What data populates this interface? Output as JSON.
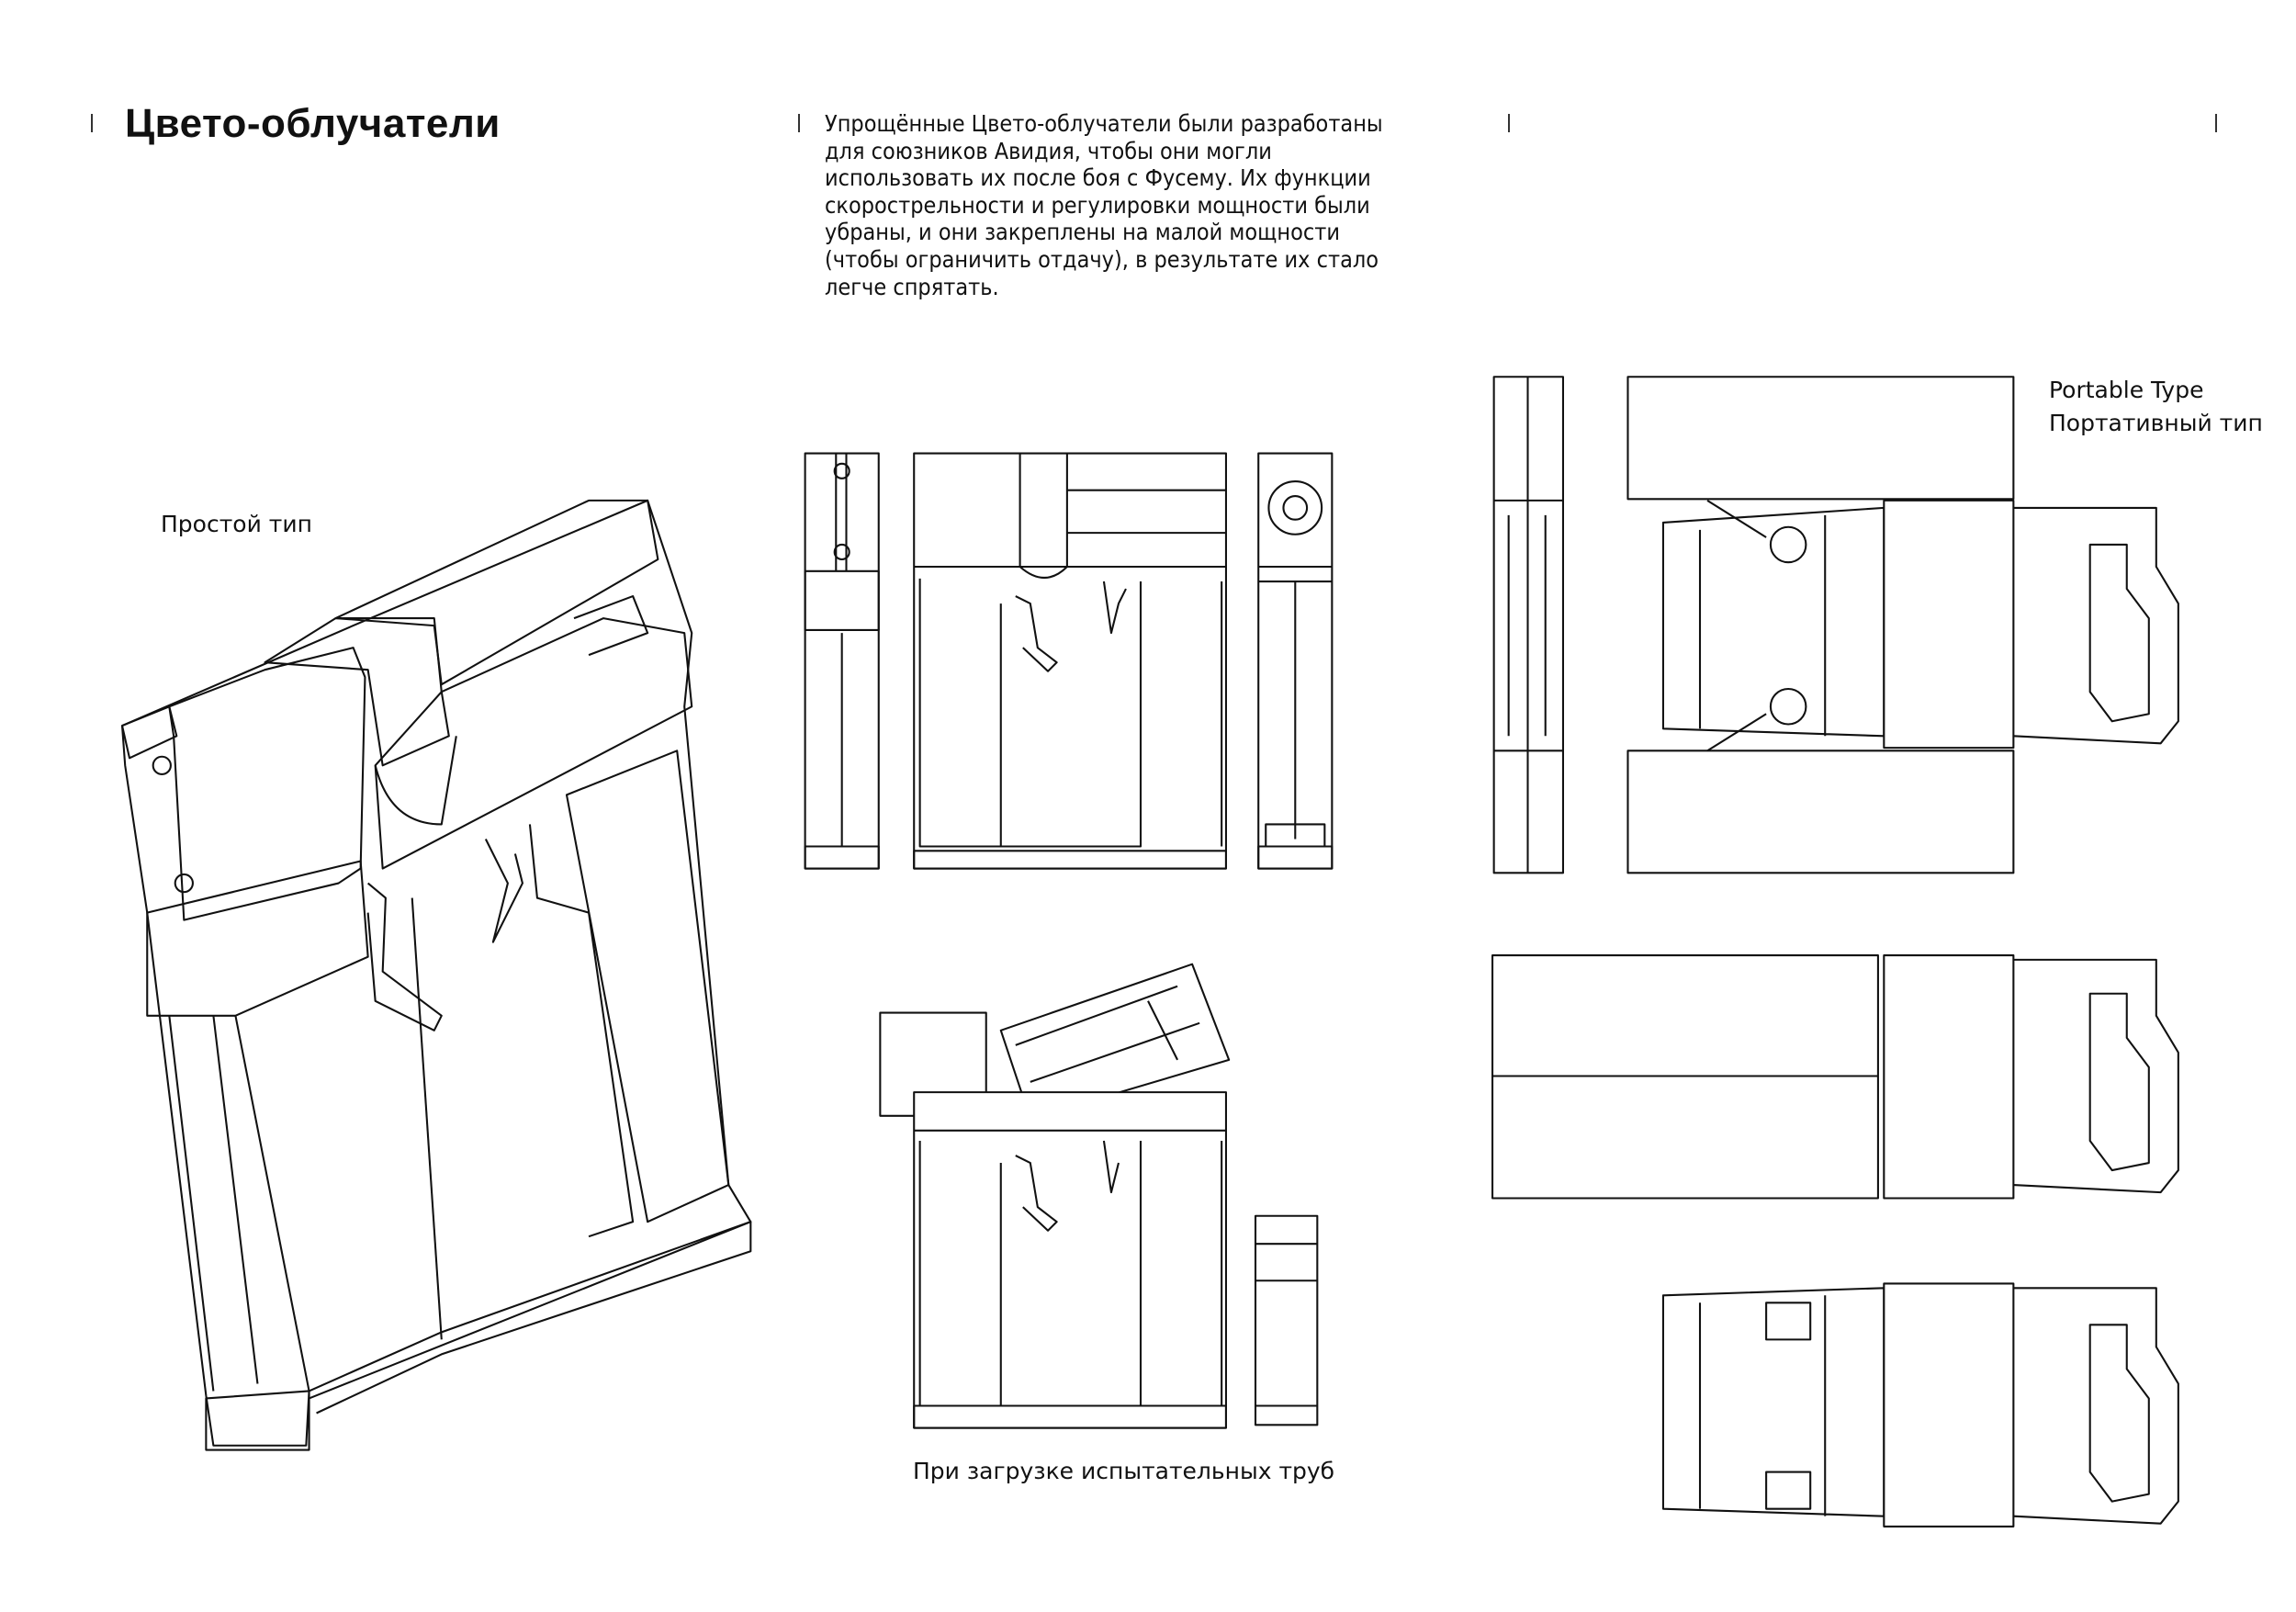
{
  "header": {
    "title": "Цвето-облучатели",
    "description": "Упрощённые Цвето-облучатели были разработаны\nдля союзников Авидия, чтобы они могли\nиспользовать их после боя с Фусему. Их функции\nскорострельности и регулировки мощности были\nубраны, и они закреплены на малой мощности\n(чтобы ограничить отдачу), в результате их стало\nлегче спрятать."
  },
  "labels": {
    "simple_type": "Простой тип",
    "loading_tubes": "При загрузке испытательных труб",
    "portable_type_en": "Portable Type",
    "portable_type_ru": "Портативный тип"
  }
}
